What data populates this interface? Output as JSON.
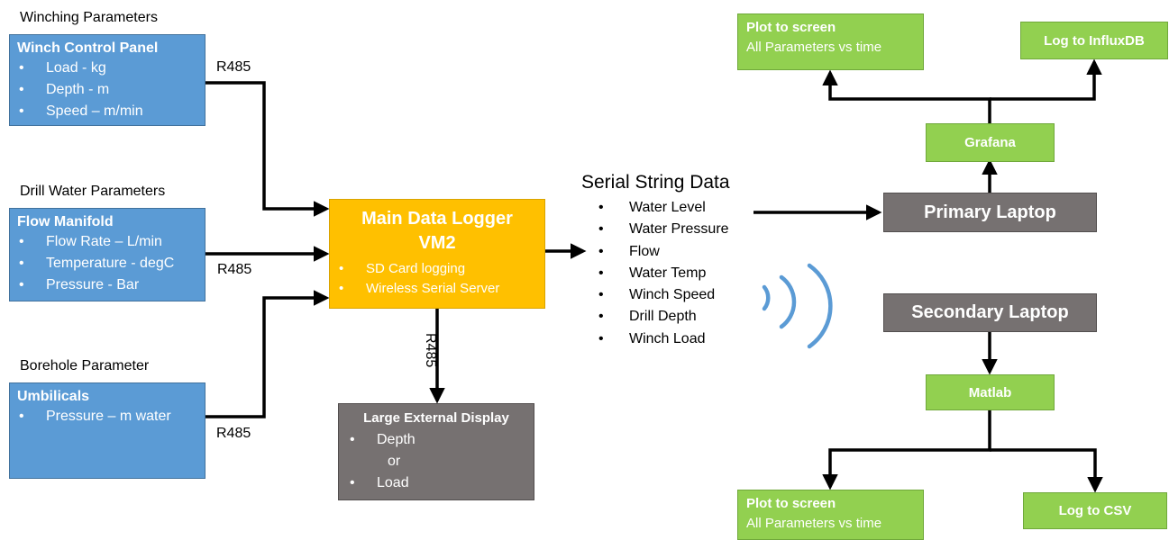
{
  "winching": {
    "section_label": "Winching Parameters",
    "box_title": "Winch Control Panel",
    "items": [
      "Load - kg",
      "Depth - m",
      "Speed – m/min"
    ],
    "link_label": "R485"
  },
  "drill_water": {
    "section_label": "Drill Water Parameters",
    "box_title": "Flow Manifold",
    "items": [
      "Flow Rate – L/min",
      "Temperature - degC",
      "Pressure - Bar"
    ],
    "link_label": "R485"
  },
  "borehole": {
    "section_label": "Borehole Parameter",
    "box_title": "Umbilicals",
    "items": [
      "Pressure – m water"
    ],
    "link_label": "R485"
  },
  "logger": {
    "title_line1": "Main Data Logger",
    "title_line2": "VM2",
    "items": [
      "SD Card logging",
      "Wireless Serial Server"
    ]
  },
  "display_link_label": "R485",
  "external_display": {
    "title": "Large External Display",
    "items": [
      "Depth",
      "or",
      "Load"
    ]
  },
  "serial": {
    "title": "Serial String Data",
    "items": [
      "Water Level",
      "Water Pressure",
      "Flow",
      "Water Temp",
      "Winch Speed",
      "Drill Depth",
      "Winch Load"
    ]
  },
  "primary_laptop": "Primary Laptop",
  "secondary_laptop": "Secondary Laptop",
  "grafana": "Grafana",
  "matlab": "Matlab",
  "plot_top": {
    "title": "Plot to screen",
    "sub": "All Parameters vs time"
  },
  "influx": "Log to InfluxDB",
  "plot_bottom": {
    "title": "Plot to screen",
    "sub": "All Parameters vs time"
  },
  "csv": "Log to CSV",
  "colors": {
    "blue": "#5b9bd5",
    "orange": "#ffc000",
    "gray": "#767171",
    "green": "#92d050",
    "wireless": "#5b9bd5"
  }
}
